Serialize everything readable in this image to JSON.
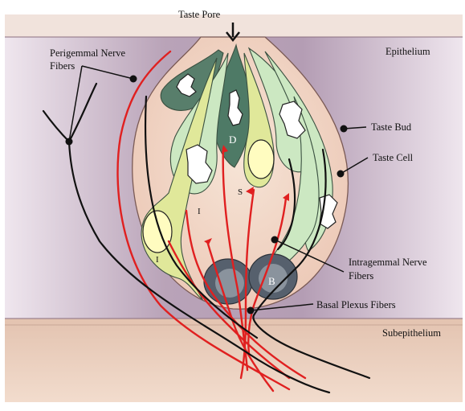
{
  "labels": {
    "taste_pore": "Taste Pore",
    "perigemmal_line1": "Perigemmal Nerve",
    "perigemmal_line2": "Fibers",
    "epithelium": "Epithelium",
    "taste_bud": "Taste Bud",
    "taste_cell": "Taste Cell",
    "intragemmal_line1": "Intragemmal Nerve",
    "intragemmal_line2": "Fibers",
    "basal_plexus": "Basal Plexus Fibers",
    "subepithelium": "Subepithelium"
  },
  "cell_letters": {
    "d": "D",
    "s": "S",
    "i_upper": "I",
    "i_lower": "I",
    "b": "B"
  },
  "colors": {
    "epithelium": "#d8c8d6",
    "subepithelium": "#e8cfc0",
    "bud": "#f0d8c8",
    "light_cell": "#cce8c2",
    "dark_cell": "#4e7a66",
    "yellow_cell": "#e0e89a",
    "basal_cell": "#5f6b78",
    "nerve_red": "#e02020",
    "nerve_black": "#111111"
  }
}
